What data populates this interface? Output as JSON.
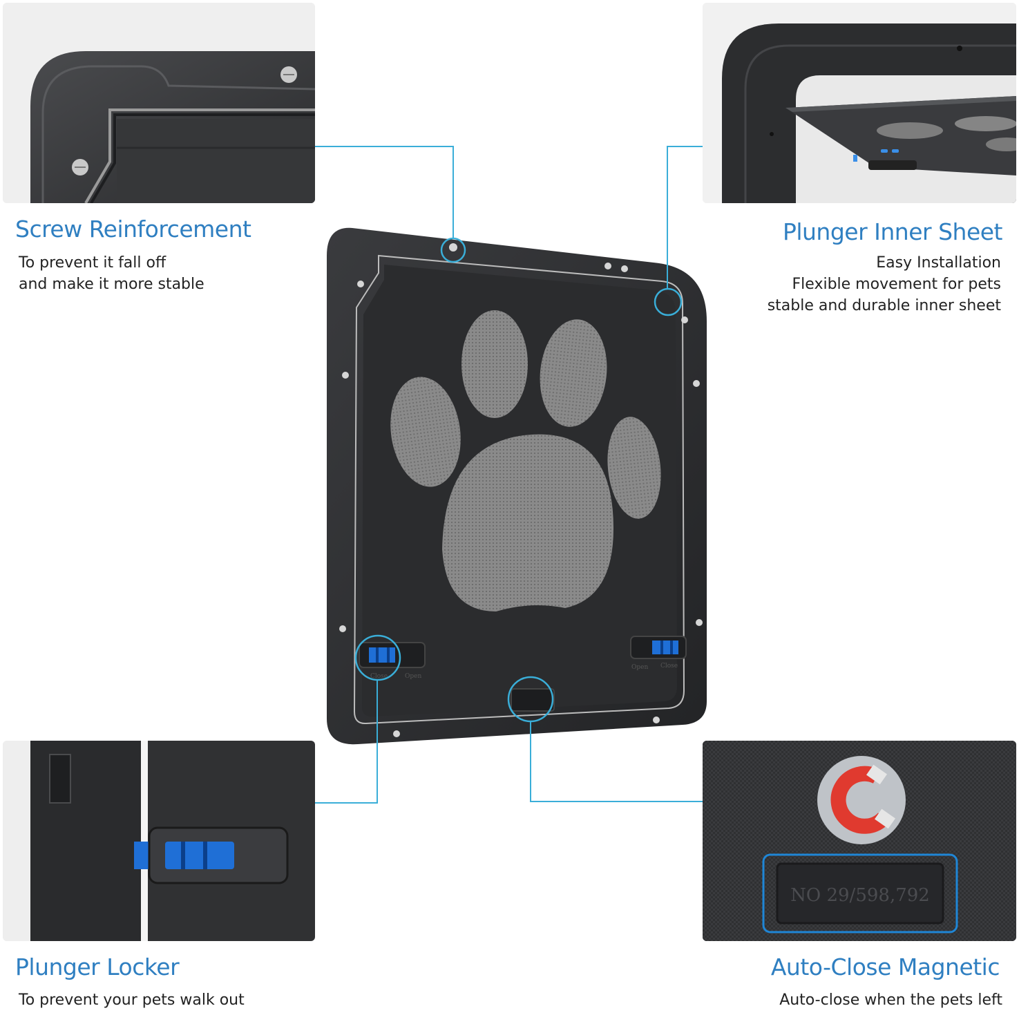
{
  "features": {
    "screw": {
      "title": "Screw Reinforcement",
      "lines": [
        "To prevent it fall off",
        "and make it more stable"
      ]
    },
    "inner_sheet": {
      "title": "Plunger Inner Sheet",
      "lines": [
        "Easy Installation",
        "Flexible movement for pets",
        "stable and durable inner sheet"
      ]
    },
    "locker": {
      "title": "Plunger Locker",
      "lines": [
        "To prevent your pets walk out"
      ]
    },
    "magnetic": {
      "title": "Auto-Close Magnetic",
      "lines": [
        "Auto-close when the pets left"
      ],
      "patent": "NO 29/598,792"
    }
  },
  "door": {
    "lock_left_labels": [
      "Close",
      "Open"
    ],
    "lock_right_labels": [
      "Open",
      "Close"
    ]
  },
  "colors": {
    "accent": "#2f7fc1",
    "connector": "#3aaed8",
    "frame": "#2a2b2d",
    "mesh": "#8a8a8a",
    "lock_blue": "#1f6fd6",
    "magnet_red": "#e03a2f"
  },
  "icons": [
    "screw-icon",
    "magnet-icon",
    "paw-print-icon",
    "lock-slider-icon"
  ]
}
